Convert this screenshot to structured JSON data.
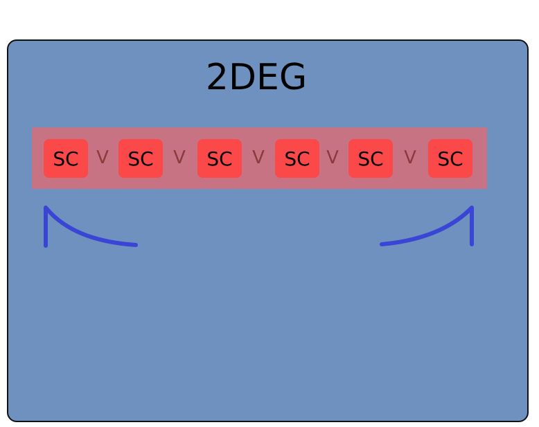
{
  "diagram": {
    "title": "2DEG",
    "chain_items": [
      {
        "label": "SC"
      },
      {
        "label": "V"
      },
      {
        "label": "SC"
      },
      {
        "label": "V"
      },
      {
        "label": "SC"
      },
      {
        "label": "V"
      },
      {
        "label": "SC"
      },
      {
        "label": "V"
      },
      {
        "label": "SC"
      },
      {
        "label": "V"
      },
      {
        "label": "SC"
      }
    ]
  },
  "colors": {
    "panel": "#6e91bf",
    "chain_band": "#c77383",
    "sc_block": "#fb4848",
    "v_label": "#8a3b3b",
    "curve": "#3a45d6"
  }
}
